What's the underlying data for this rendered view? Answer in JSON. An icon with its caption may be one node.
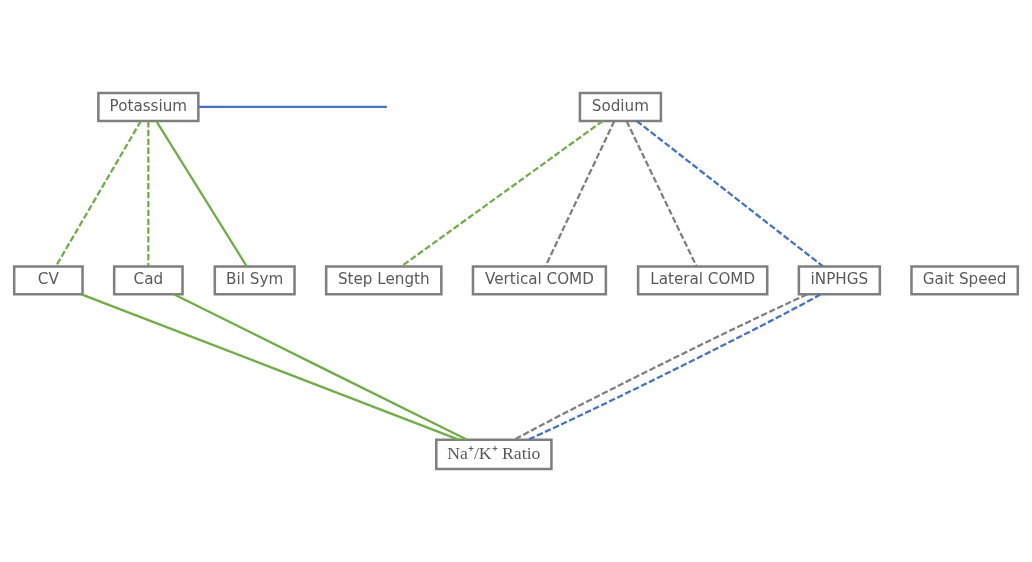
{
  "diagram": {
    "nodes": [
      {
        "text": [
          "Potassium"
        ]
      },
      {
        "text": [
          "Sodium"
        ]
      },
      {
        "text": [
          "CV"
        ]
      },
      {
        "text": [
          "Cad"
        ]
      },
      {
        "text": [
          "Bil Sym"
        ]
      },
      {
        "text": [
          "Gait Speed"
        ]
      },
      {
        "text": [
          "Step Length"
        ]
      },
      {
        "text": [
          "Vertical COMD"
        ]
      },
      {
        "text": [
          "Lateral COMD"
        ]
      },
      {
        "text": [
          "iNPHGS"
        ]
      },
      {
        "text": [
          "Na⁺/K⁺ Ratio"
        ]
      }
    ],
    "edges": [
      {
        "from": 0,
        "to": 2,
        "arrow": "none",
        "style": "dashed"
      },
      {
        "from": 0,
        "to": 3,
        "arrow": "none",
        "style": "dashed"
      },
      {
        "from": 0,
        "to": 4,
        "arrow": "none"
      },
      {
        "from": 0,
        "to": null,
        "arrow": "none",
        "color": "#4472c4"
      },
      {
        "from": 1,
        "to": 6,
        "arrow": "none",
        "style": "dashed"
      },
      {
        "from": 1,
        "to": 7,
        "arrow": "none",
        "style": "dashed",
        "color": "#7f7f7f"
      },
      {
        "from": 1,
        "to": 8,
        "arrow": "none",
        "style": "dashed",
        "color": "#7f7f7f"
      },
      {
        "from": 1,
        "to": 9,
        "arrow": "none",
        "style": "dashed",
        "color": "#4472c4"
      },
      {
        "from": 2,
        "to": 10,
        "arrow": "none"
      },
      {
        "from": 3,
        "to": 10,
        "arrow": "none"
      },
      {
        "from": 9,
        "to": 10,
        "arrow": "none",
        "style": "dashed",
        "color": "#7f7f7f"
      },
      {
        "from": 9,
        "to": 10,
        "arrow": "none",
        "style": "dashed",
        "color": "#4472c4"
      }
    ]
  }
}
